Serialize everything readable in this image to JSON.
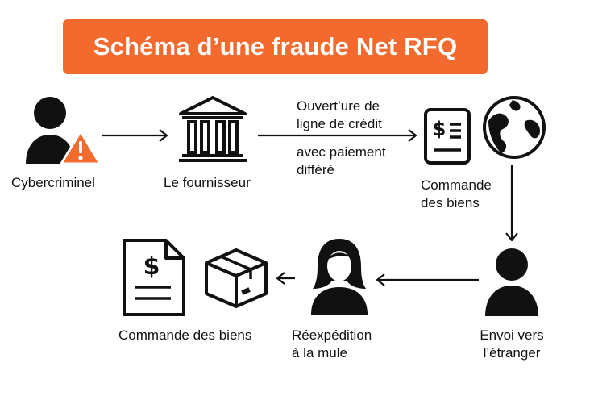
{
  "title": "Schéma d’une fraude Net RFQ",
  "colors": {
    "accent": "#f26a2e",
    "icon": "#111111",
    "warning": "#f26a2e"
  },
  "nodes": {
    "cybercriminal": {
      "label": "Cybercriminel",
      "icon": "person-warning-icon"
    },
    "supplier": {
      "label": "Le fournisseur",
      "icon": "bank-building-icon"
    },
    "order_top": {
      "line1": "Commande",
      "line2": "des biens",
      "icon": "invoice-icon"
    },
    "globe": {
      "icon": "globe-icon"
    },
    "shipping_abroad": {
      "line1": "Envoi vers",
      "line2": "l’étranger",
      "icon": "person-icon"
    },
    "reshipping": {
      "line1": "Réexpédition",
      "line2": "à la mule",
      "icon": "woman-icon"
    },
    "order_bottom": {
      "label": "Commande des biens",
      "icons": [
        "invoice-icon",
        "package-icon"
      ]
    }
  },
  "edge_labels": {
    "credit_line1": "Ouvert’ure de",
    "credit_line2": "ligne de crédit",
    "deferred_line1": "avec paiement",
    "deferred_line2": "différé"
  }
}
